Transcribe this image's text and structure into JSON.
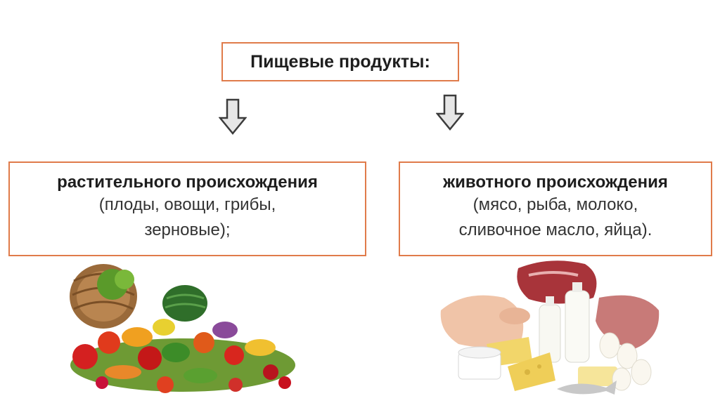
{
  "title": "Пищевые продукты:",
  "left": {
    "heading": "растительного происхождения",
    "line1": "(плоды, овощи, грибы,",
    "line2": "зерновые);"
  },
  "right": {
    "heading": "животного происхождения",
    "line1": "(мясо, рыба, молоко,",
    "line2": "сливочное масло, яйца)."
  },
  "colors": {
    "box_border": "#e07b4a",
    "arrow_fill": "#e6e6e6",
    "arrow_stroke": "#3c3c3c"
  },
  "icons": {
    "arrow": "down-arrow-outline",
    "left_picture": "vegetables-basket-illustration",
    "right_picture": "meat-dairy-illustration"
  }
}
